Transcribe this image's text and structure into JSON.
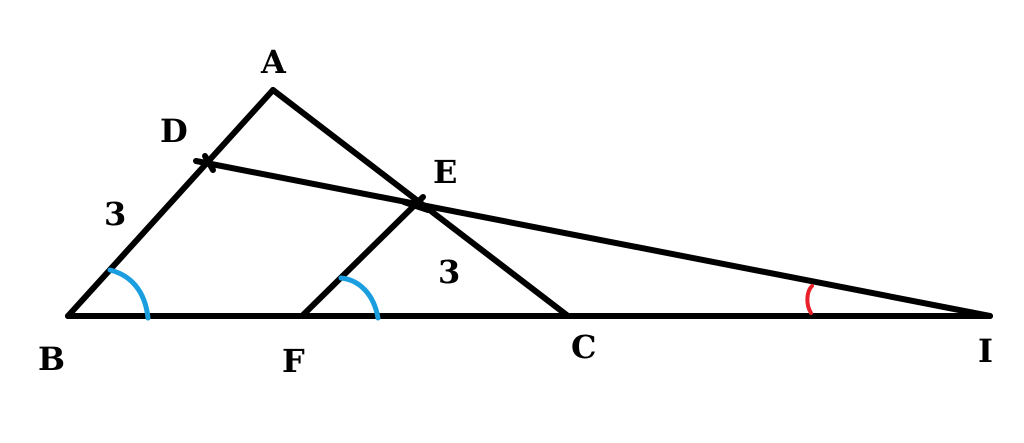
{
  "points": {
    "A": "A",
    "B": "B",
    "C": "C",
    "D": "D",
    "E": "E",
    "F": "F",
    "I": "I"
  },
  "lengths": {
    "BD": "3",
    "EC": "3"
  },
  "colors": {
    "lines": "#000000",
    "equal_angles": "#1a9ee0",
    "angle_I": "#e8202a",
    "background": "#ffffff"
  }
}
